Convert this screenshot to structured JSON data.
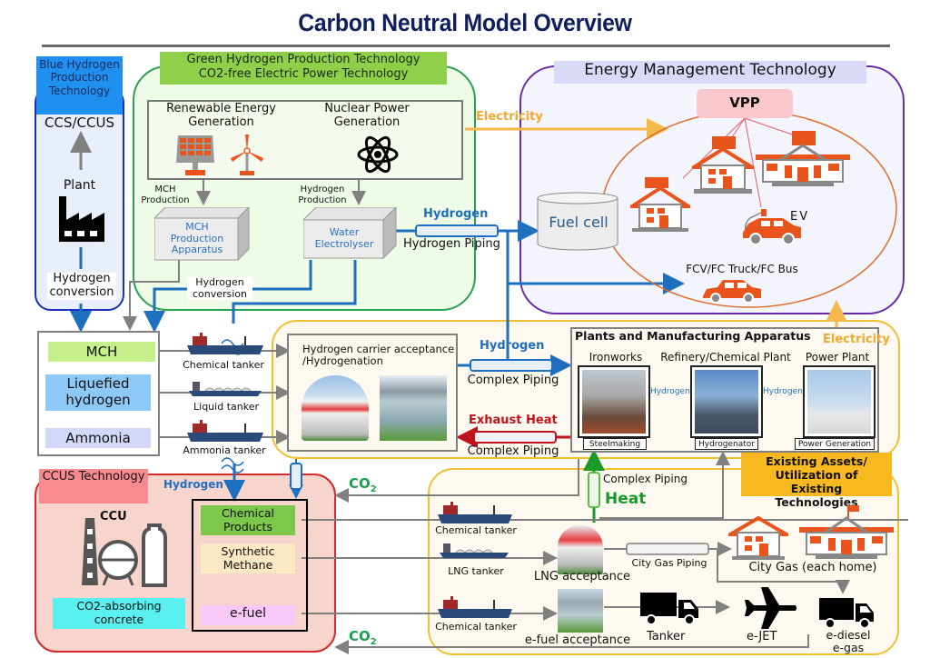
{
  "title": "Carbon Neutral Model Overview",
  "colors": {
    "title": "#0d1f5c",
    "hydrogen_blue": "#1f6fbf",
    "electricity_orange": "#f0a830",
    "exhaust_red": "#c0141c",
    "heat_green": "#1a9a2a",
    "co2_green": "#1aa050",
    "house_orange": "#e8541c"
  },
  "blue_hydrogen": {
    "header": "Blue Hydrogen Production Technology",
    "ccs": "CCS/CCUS",
    "plant": "Plant",
    "conversion": "Hydrogen conversion",
    "icons": [
      "factory-icon"
    ]
  },
  "green_hydrogen": {
    "header_line1": "Green Hydrogen Production Technology",
    "header_line2": "CO2-free Electric Power Technology",
    "renewable": "Renewable Energy Generation",
    "nuclear": "Nuclear Power Generation",
    "mch_production": "MCH Production",
    "hydrogen_production": "Hydrogen Production",
    "mch_apparatus": "MCH Production Apparatus",
    "water_electrolyser": "Water Electrolyser",
    "hydrogen_conversion": "Hydrogen conversion",
    "icons": [
      "solar-panel-icon",
      "wind-turbine-icon",
      "atom-icon"
    ]
  },
  "flows": {
    "electricity_top": "Electricity",
    "hydrogen_top": "Hydrogen",
    "hydrogen_piping": "Hydrogen Piping",
    "hydrogen_mid": "Hydrogen",
    "complex_piping_1": "Complex Piping",
    "exhaust_heat": "Exhaust Heat",
    "complex_piping_2": "Complex Piping",
    "electricity_right": "Electricity",
    "co2_top": "CO2",
    "co2_bottom": "CO2",
    "hydrogen_ccus": "Hydrogen",
    "complex_piping_3": "Complex Piping",
    "heat": "Heat"
  },
  "energy_management": {
    "header": "Energy Management Technology",
    "vpp": "VPP",
    "fuel_cell": "Fuel cell",
    "ev": "EV",
    "fcv": "FCV/FC Truck/FC Bus",
    "icons": [
      "house-icon",
      "house-icon",
      "building-icon",
      "ev-car-icon",
      "car-icon"
    ]
  },
  "carriers": {
    "items": [
      {
        "label": "MCH",
        "color": "#c6f08c",
        "tanker": "Chemical tanker"
      },
      {
        "label": "Liquefied hydrogen",
        "color": "#8ec8f6",
        "tanker": "Liquid tanker"
      },
      {
        "label": "Ammonia",
        "color": "#d4d8f8",
        "tanker": "Ammonia tanker"
      }
    ]
  },
  "acceptance": {
    "label": "Hydrogen carrier acceptance /Hydrogenation"
  },
  "plants": {
    "header": "Plants and Manufacturing Apparatus",
    "items": [
      {
        "name": "Ironworks",
        "caption": "Steelmaking"
      },
      {
        "name": "Refinery/Chemical Plant",
        "caption": "Hydrogenator"
      },
      {
        "name": "Power Plant",
        "caption": "Power Generation"
      }
    ],
    "link_label_1": "Hydrogen",
    "link_label_2": "Hydrogen"
  },
  "existing_assets": {
    "label": "Existing Assets/ Utilization of Existing Technologies",
    "tanker_1": "Chemical tanker",
    "tanker_2": "LNG tanker",
    "tanker_3": "Chemical tanker",
    "lng_acceptance": "LNG acceptance",
    "efuel_acceptance": "e-fuel acceptance",
    "city_gas_piping": "City Gas Piping",
    "city_gas": "City Gas (each home)",
    "tanker_truck": "Tanker",
    "ejet": "e-JET",
    "ediesel": "e-diesel",
    "egas": "e-gas"
  },
  "ccus": {
    "header": "CCUS Technology",
    "ccu": "CCU",
    "concrete": "CO2-absorbing concrete",
    "products": [
      {
        "label": "Chemical Products",
        "color": "#7cc84a"
      },
      {
        "label": "Synthetic Methane",
        "color": "#fde8c4"
      },
      {
        "label": "e-fuel",
        "color": "#f8c8f8"
      }
    ]
  }
}
